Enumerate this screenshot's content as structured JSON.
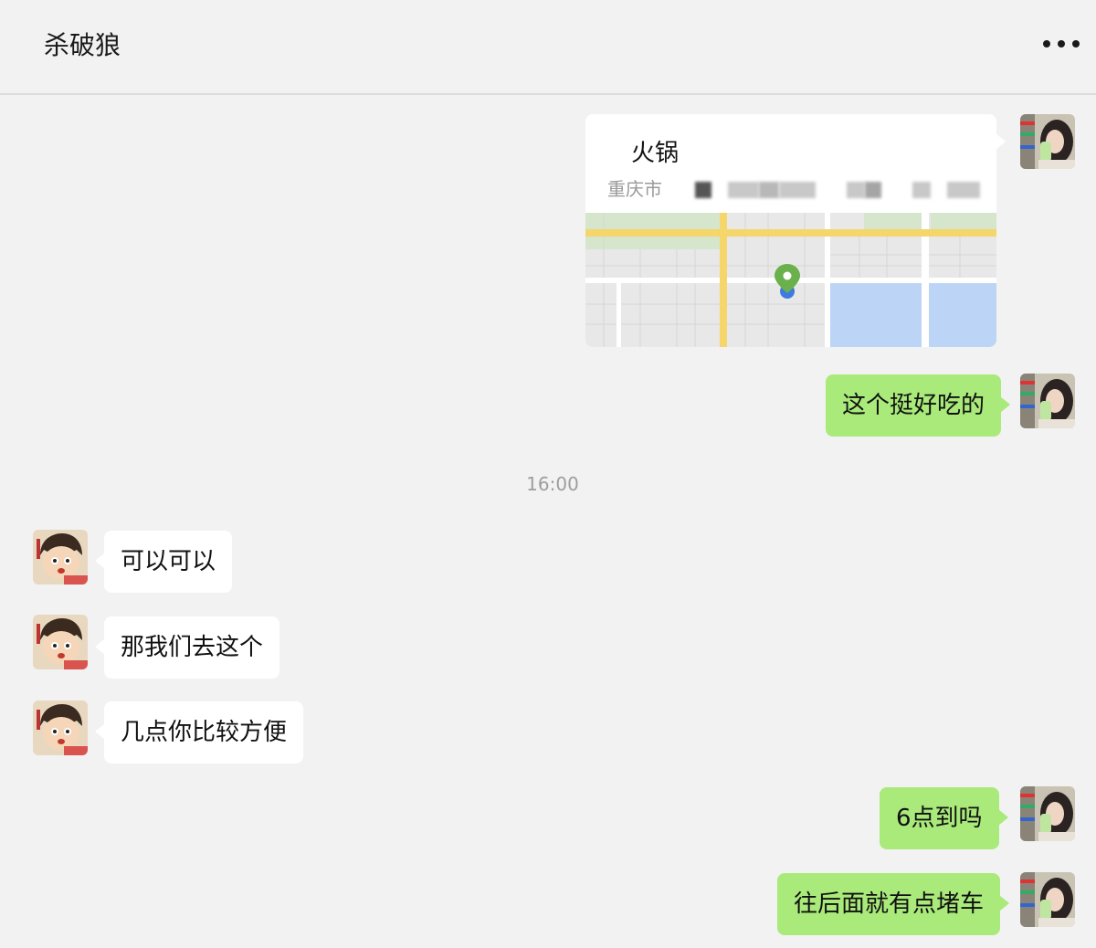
{
  "header": {
    "title": "杀破狼",
    "more_icon": "more-dots-icon"
  },
  "messages": [
    {
      "type": "location",
      "sender": "me",
      "place_name": "火锅",
      "address": "重庆市"
    },
    {
      "type": "text",
      "sender": "me",
      "text": "这个挺好吃的"
    },
    {
      "type": "timestamp",
      "text": "16:00"
    },
    {
      "type": "text",
      "sender": "contact",
      "text": "可以可以"
    },
    {
      "type": "text",
      "sender": "contact",
      "text": "那我们去这个"
    },
    {
      "type": "text",
      "sender": "contact",
      "text": "几点你比较方便"
    },
    {
      "type": "text",
      "sender": "me",
      "text": "6点到吗"
    },
    {
      "type": "text",
      "sender": "me",
      "text": "往后面就有点堵车"
    }
  ],
  "colors": {
    "background": "#f2f2f2",
    "sent_bubble": "#a9ea7a",
    "received_bubble": "#ffffff",
    "map_road": "#f5d66b",
    "map_water": "#bcd4f5",
    "map_park": "#d5e6cc",
    "map_pin": "#6ab04c"
  }
}
